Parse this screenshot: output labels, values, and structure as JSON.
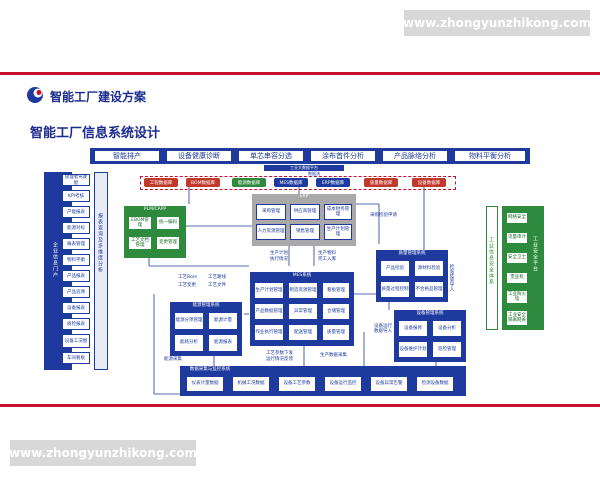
{
  "watermark": "www.zhongyunzhikong.com",
  "header": {
    "title": "智能工厂建设方案"
  },
  "subtitle": "智能工厂信息系统设计",
  "top_tabs": [
    "智能排产",
    "设备健康诊断",
    "单芯串容分选",
    "涂布首件分析",
    "产品脉络分析",
    "物料平衡分析"
  ],
  "platform": {
    "label": "工业大数据平台",
    "sub": "数据流"
  },
  "chips": [
    {
      "label": "工程数据库",
      "color": "#c0392b"
    },
    {
      "label": "BOM数据库",
      "color": "#c0392b"
    },
    {
      "label": "能源数据库",
      "color": "#2e8b3e"
    },
    {
      "label": "MES数据库",
      "color": "#1e3a9e"
    },
    {
      "label": "ERP数据库",
      "color": "#1e3a9e"
    },
    {
      "label": "质量数据库",
      "color": "#c0392b"
    },
    {
      "label": "设备数据库",
      "color": "#c0392b"
    }
  ],
  "left_panel": {
    "title": "企业信息门户",
    "items": [
      "管理者驾驶舱",
      "KPI考核",
      "产能报表",
      "能源对标",
      "报表管理",
      "物料平衡",
      "产品报表",
      "产品追溯",
      "设备报表",
      "质检报表",
      "设备工况图",
      "车间看板"
    ],
    "vertical": "报表查询及多维度分析"
  },
  "right_panel": {
    "items": [
      "网络安全",
      "流量审计",
      "安全卫士",
      "堡垒机",
      "工业防火墙",
      "工业安全隔离网关"
    ],
    "left_vertical": "工业信息安全体系",
    "right_vertical": "工业安全平台"
  },
  "plm": {
    "title": "PLM/CAPP",
    "items": [
      "EBOM管理",
      "统一编码",
      "工艺文档管理",
      "变更管理"
    ]
  },
  "erp": {
    "title": "ERP",
    "items": [
      "采购管理",
      "供应商管理",
      "成本财务管理",
      "人力资源管理",
      "销售管理",
      "生产计划管理"
    ]
  },
  "mes": {
    "title": "MES系统",
    "items": [
      "生产计划管理",
      "制造资源管理",
      "看板管理",
      "产品数据管理",
      "异常管理",
      "仓储管理",
      "作业执行管理",
      "配送管理",
      "质量管理"
    ]
  },
  "energy": {
    "title": "能源管理系统",
    "items": [
      "能源分项管理",
      "能源计量",
      "能耗分析",
      "能源报表"
    ]
  },
  "quality": {
    "title": "质量管理系统",
    "items": [
      "产品检验",
      "源材料检验",
      "质量过程控制",
      "不合格品管理"
    ]
  },
  "equipment": {
    "title": "设备管理系统",
    "items": [
      "设备报修",
      "设备分析",
      "设备维护计划",
      "巡检管理"
    ]
  },
  "bottom_system": {
    "title": "数据采集与监控系统",
    "items": [
      "仪表计量数据",
      "机械工况数据",
      "设备工艺参数",
      "设备运行监控",
      "设备异常告警",
      "检测设备数据"
    ]
  },
  "flow_labels": {
    "gongyi_bom": "工艺Bom",
    "gongyi_luxian": "工艺路线",
    "gongyi_biangeng": "工艺变更",
    "gongyi_wenjian": "工艺文件",
    "shengchan_jihua": "生产计划",
    "zhixing_qingkuang": "执行情况",
    "shengchan_wuliao": "生产物料",
    "wancheng_rukui": "完工入库",
    "caigou_jianyan": "采购检验申请",
    "jianyan_jieguo": "检验结果导入",
    "shebei_yunxing": "设备运行数据导入",
    "nengyuan_caiji": "能源采集",
    "gongyi_canshu": "工艺参数下发",
    "yunxing_qingkuang": "运行情况反馈",
    "shengchan_caiji": "生产数据采集"
  }
}
